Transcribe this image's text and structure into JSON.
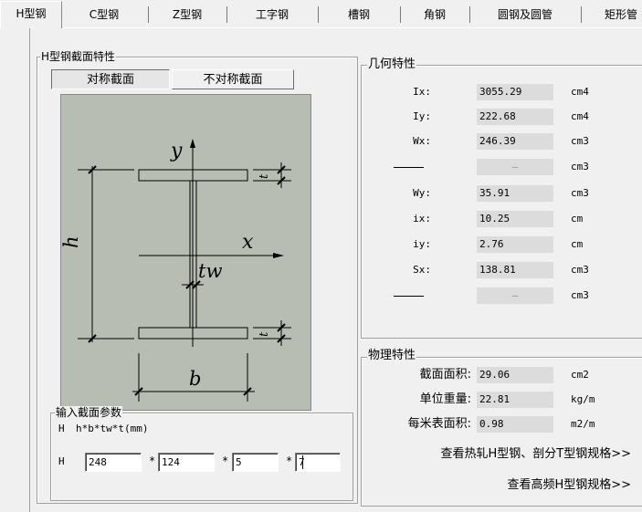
{
  "tabs": [
    {
      "label": "H型钢"
    },
    {
      "label": "C型钢"
    },
    {
      "label": "Z型钢"
    },
    {
      "label": "工字钢"
    },
    {
      "label": "槽钢"
    },
    {
      "label": "角钢"
    },
    {
      "label": "圆钢及圆管"
    },
    {
      "label": "矩形管"
    }
  ],
  "section": {
    "title": "H型钢截面特性",
    "symmetric_button": "对称截面",
    "asymmetric_button": "不对称截面",
    "labels": {
      "y": "y",
      "x": "x",
      "h": "h",
      "b": "b",
      "tw": "tw",
      "t": "t"
    }
  },
  "geometry": {
    "title": "几何特性",
    "rows": [
      {
        "label": "Ix:",
        "value": "3055.29",
        "unit": "cm4"
      },
      {
        "label": "Iy:",
        "value": "222.68",
        "unit": "cm4"
      },
      {
        "label": "Wx:",
        "value": "246.39",
        "unit": "cm3"
      },
      {
        "label": "",
        "value": "—",
        "unit": "cm3"
      },
      {
        "label": "Wy:",
        "value": "35.91",
        "unit": "cm3"
      },
      {
        "label": "ix:",
        "value": "10.25",
        "unit": "cm"
      },
      {
        "label": "iy:",
        "value": "2.76",
        "unit": "cm"
      },
      {
        "label": "Sx:",
        "value": "138.81",
        "unit": "cm3"
      },
      {
        "label": "",
        "value": "—",
        "unit": "cm3"
      }
    ]
  },
  "physical": {
    "title": "物理特性",
    "rows": [
      {
        "label": "截面面积:",
        "value": "29.06",
        "unit": "cm2"
      },
      {
        "label": "单位重量:",
        "value": "22.81",
        "unit": "kg/m"
      },
      {
        "label": "每米表面积:",
        "value": "0.98",
        "unit": "m2/m"
      }
    ],
    "link_hot_rolled": "查看热轧H型钢、剖分T型钢规格>>",
    "link_high_freq": "查看高频H型钢规格>>"
  },
  "input": {
    "title": "输入截面参数",
    "prefix": "H",
    "format": "h*b*tw*t(mm)",
    "row_prefix": "H",
    "separator": "*",
    "h": "248",
    "b": "124",
    "tw": "5",
    "t": "7"
  }
}
